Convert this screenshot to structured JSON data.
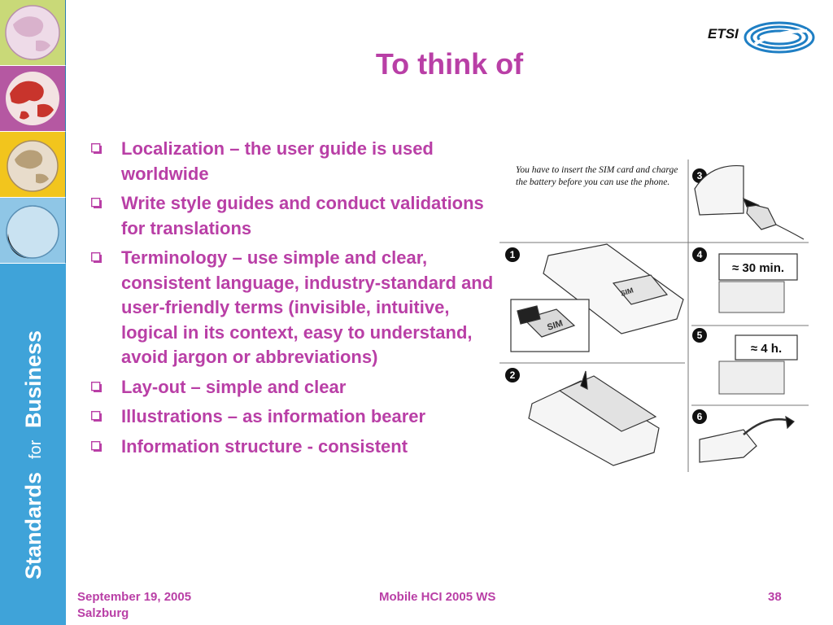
{
  "sidebar": {
    "brand_standards": "Standards",
    "brand_for": "for",
    "brand_business": "Business",
    "tiles": [
      {
        "name": "globe-pink-tile",
        "bg": "#c9d978",
        "globe": "#e7cfe0"
      },
      {
        "name": "globe-red-tile",
        "bg": "#b558a2",
        "globe": "#c8342c"
      },
      {
        "name": "globe-gold-tile",
        "bg": "#f2c51d",
        "globe": "#c7b28e"
      },
      {
        "name": "globe-blue-tile",
        "bg": "#8fc6e6",
        "globe": "#b7d9ee"
      }
    ]
  },
  "header": {
    "title": "To think of",
    "logo_text": "ETSI"
  },
  "bullets": [
    "Localization – the user guide is used worldwide",
    "Write style guides and conduct validations for translations",
    "Terminology – use simple and clear, consistent language, industry-standard and user-friendly terms (invisible, intuitive, logical in its context, easy to understand, avoid jargon or abbreviations)",
    "Lay-out – simple and clear",
    "Illustrations – as information bearer",
    "Information structure - consistent"
  ],
  "illustration": {
    "caption": "You have to insert the SIM card and charge the battery before you can use the phone.",
    "step_numbers": [
      "1",
      "2",
      "3",
      "4",
      "5",
      "6"
    ],
    "sim_label": "SIM",
    "charge_30": "≈ 30 min.",
    "charge_4h": "≈ 4 h."
  },
  "footer": {
    "date": "September 19, 2005",
    "location": "Salzburg",
    "event": "Mobile HCI 2005 WS",
    "page": "38"
  },
  "colors": {
    "accent": "#b93fa6",
    "sidebar": "#3fa3d9",
    "etsi_blue": "#1f7fc4"
  }
}
